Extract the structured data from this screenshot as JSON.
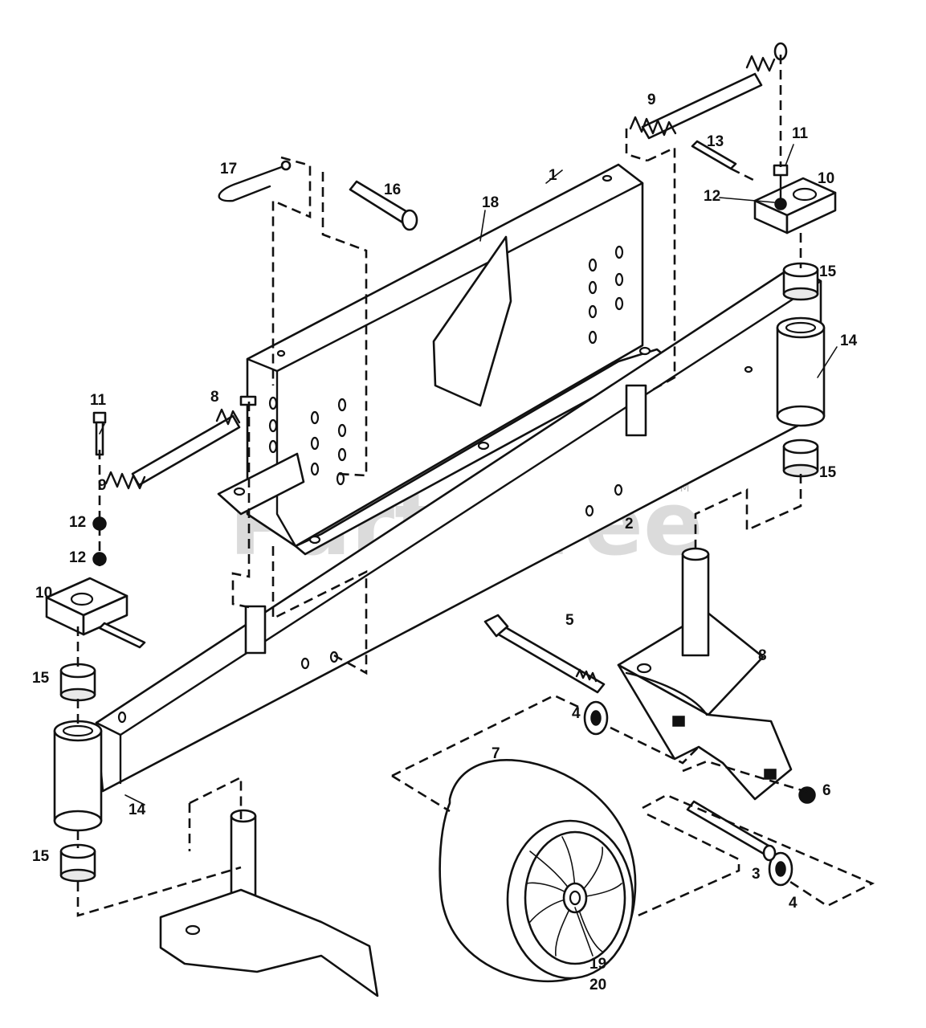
{
  "watermark": {
    "text": "PartsTree",
    "mark": "TM"
  },
  "callouts": {
    "c1": "1",
    "c2": "2",
    "c3": "3",
    "c4a": "4",
    "c4b": "4",
    "c5": "5",
    "c6": "6",
    "c7": "7",
    "c8a": "8",
    "c8b": "8",
    "c9a": "9",
    "c9b": "9",
    "c10a": "10",
    "c10b": "10",
    "c11a": "11",
    "c11b": "11",
    "c12a": "12",
    "c12b": "12",
    "c12c": "12",
    "c13": "13",
    "c14a": "14",
    "c14b": "14",
    "c15a": "15",
    "c15b": "15",
    "c15c": "15",
    "c15d": "15",
    "c16": "16",
    "c17": "17",
    "c18": "18",
    "c19": "19",
    "c20": "20"
  }
}
